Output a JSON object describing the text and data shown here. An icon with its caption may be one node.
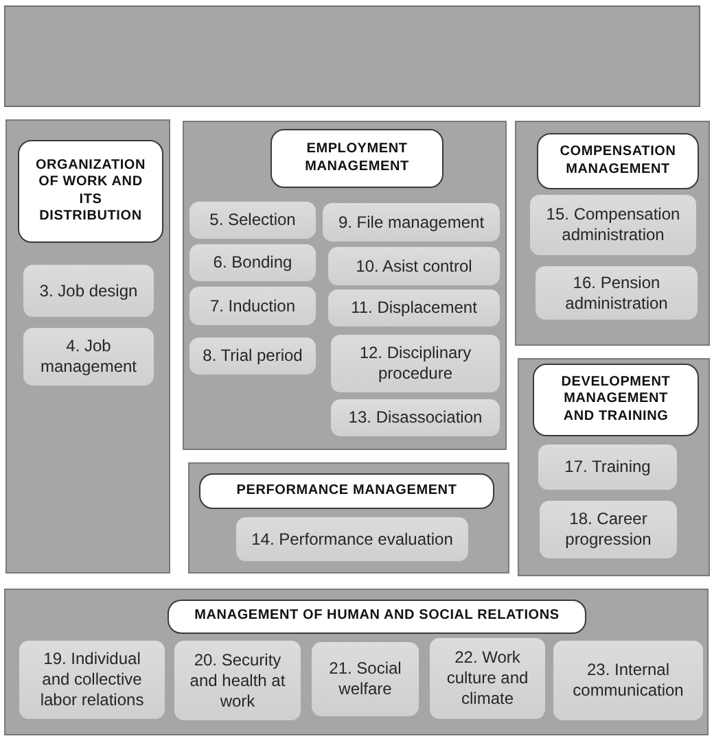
{
  "diagram": {
    "nodes": [
      {
        "text": [],
        "shape": "box"
      },
      {
        "text": [],
        "shape": "box"
      },
      {
        "text": [
          "ORGANIZATION OF WORK AND ITS DISTRIBUTION"
        ],
        "in": 1
      },
      {
        "text": [
          "3. Job design"
        ],
        "in": 1
      },
      {
        "text": [
          "4. Job management"
        ],
        "in": 1
      },
      {
        "text": [],
        "shape": "box"
      },
      {
        "text": [
          "EMPLOYMENT MANAGEMENT"
        ],
        "in": 5
      },
      {
        "text": [
          "5. Selection"
        ],
        "in": 5
      },
      {
        "text": [
          "6. Bonding"
        ],
        "in": 5
      },
      {
        "text": [
          "7. Induction"
        ],
        "in": 5
      },
      {
        "text": [
          "8. Trial period"
        ],
        "in": 5
      },
      {
        "text": [
          "9. File management"
        ],
        "in": 5
      },
      {
        "text": [
          "10. Asist control"
        ],
        "in": 5
      },
      {
        "text": [
          "11. Displacement"
        ],
        "in": 5
      },
      {
        "text": [
          "12. Disciplinary procedure"
        ],
        "in": 5
      },
      {
        "text": [
          "13. Disassociation"
        ],
        "in": 5
      },
      {
        "text": [],
        "shape": "box"
      },
      {
        "text": [
          "COMPENSATION MANAGEMENT"
        ],
        "in": 16
      },
      {
        "text": [
          "15. Compensation administration"
        ],
        "in": 16
      },
      {
        "text": [
          "16. Pension administration"
        ],
        "in": 16
      },
      {
        "text": [],
        "shape": "box"
      },
      {
        "text": [
          "PERFORMANCE MANAGEMENT"
        ],
        "in": 20
      },
      {
        "text": [
          "14. Performance evaluation"
        ],
        "in": 20
      },
      {
        "text": [],
        "shape": "box"
      },
      {
        "text": [
          "DEVELOPMENT MANAGEMENT AND TRAINING"
        ],
        "in": 23
      },
      {
        "text": [
          "17. Training"
        ],
        "in": 23
      },
      {
        "text": [
          "18. Career progression"
        ],
        "in": 23
      },
      {
        "text": [],
        "shape": "box"
      },
      {
        "text": [
          "MANAGEMENT OF HUMAN AND SOCIAL RELATIONS"
        ],
        "in": 27
      },
      {
        "text": [
          "19. Individual and collective labor relations"
        ],
        "in": 27
      },
      {
        "text": [
          "20. Security and health at work"
        ],
        "in": 27
      },
      {
        "text": [
          "21. Social welfare"
        ],
        "in": 27
      },
      {
        "text": [
          "22. Work culture and climate"
        ],
        "in": 27
      },
      {
        "text": [
          "23. Internal communication"
        ],
        "in": 27
      }
    ]
  }
}
